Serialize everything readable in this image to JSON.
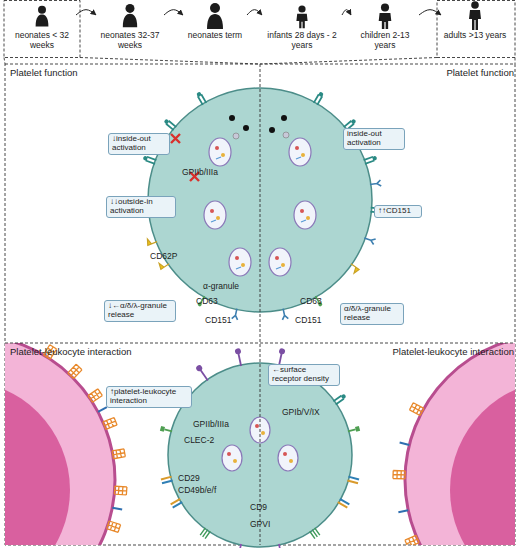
{
  "diagram": {
    "nodes": [
      {
        "text": [
          "neonates < 32 weeks"
        ]
      },
      {
        "text": [
          "neonates 32-37 weeks"
        ]
      },
      {
        "text": [
          "neonates term"
        ]
      },
      {
        "text": [
          "infants 28 days - 2 years"
        ]
      },
      {
        "text": [
          "children 2-13 years"
        ]
      },
      {
        "text": [
          "adults >13 years"
        ]
      },
      {
        "text": [
          "↓inside-out activation"
        ]
      },
      {
        "text": [
          "inside-out activation"
        ]
      },
      {
        "text": [
          "↓↓outside-in activation"
        ]
      },
      {
        "text": [
          "↑↑CD151"
        ]
      },
      {
        "text": [
          "↓←α/δ/λ-granule release"
        ]
      },
      {
        "text": [
          "α/δ/λ-granule release"
        ]
      },
      {
        "text": [
          "←surface receptor density"
        ]
      },
      {
        "text": [
          "↑platelet-leukocyte interaction"
        ]
      }
    ],
    "edges": [
      {
        "from": 0,
        "to": 1,
        "arrow": "to"
      },
      {
        "from": 1,
        "to": 2,
        "arrow": "to"
      },
      {
        "from": 2,
        "to": 3,
        "arrow": "to"
      },
      {
        "from": 3,
        "to": 4,
        "arrow": "to"
      },
      {
        "from": 4,
        "to": 5,
        "arrow": "to"
      }
    ],
    "labels": [
      "Platelet function",
      "Platelet function",
      "GPIIb/IIIa",
      "CD62P",
      "α-granule",
      "CD63",
      "CD151",
      "CD63",
      "CD151",
      "Platelet-leukocyte interaction",
      "Platelet-leukocyte interaction",
      "GPIb/V/IX",
      "GPIIb/IIIa",
      "CLEC-2",
      "CD29",
      "CD49b/e/f",
      "CD9",
      "GPVI"
    ]
  }
}
